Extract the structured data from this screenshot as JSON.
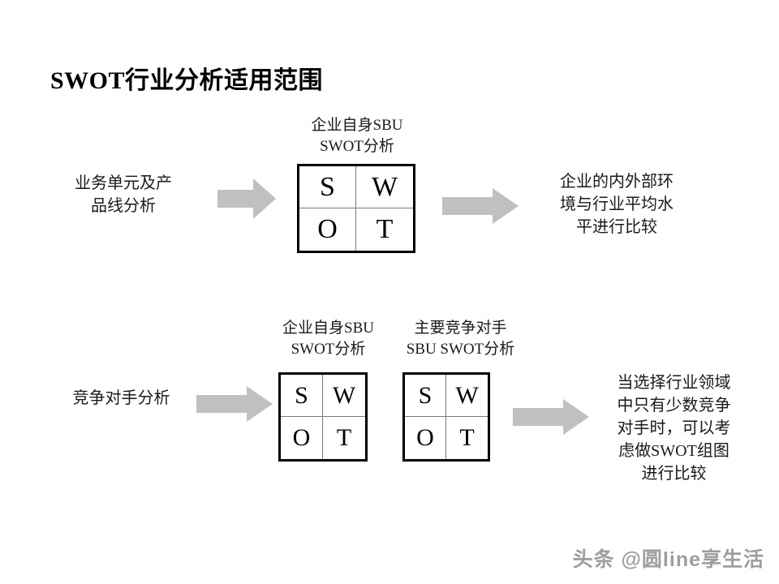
{
  "slide": {
    "title": "SWOT行业分析适用范围",
    "background_color": "#ffffff",
    "arrow_color": "#c0c0c0",
    "matrix_border_color": "#000000",
    "matrix_divider_color": "#7a7a7a"
  },
  "row1": {
    "left_label": "业务单元及产\n品线分析",
    "caption": "企业自身SBU\nSWOT分析",
    "matrix": {
      "cells": [
        "S",
        "W",
        "O",
        "T"
      ]
    },
    "right_text": "企业的内外部环\n境与行业平均水\n平进行比较",
    "arrow_left_name": "arrow-right",
    "arrow_right_name": "arrow-right"
  },
  "row2": {
    "left_label": "竞争对手分析",
    "caption_left": "企业自身SBU\nSWOT分析",
    "caption_right": "主要竞争对手\nSBU  SWOT分析",
    "matrix_left": {
      "cells": [
        "S",
        "W",
        "O",
        "T"
      ]
    },
    "matrix_right": {
      "cells": [
        "S",
        "W",
        "O",
        "T"
      ]
    },
    "right_text": "当选择行业领域\n中只有少数竞争\n对手时，可以考\n虑做SWOT组图\n进行比较",
    "arrow_left_name": "arrow-right",
    "arrow_right_name": "arrow-right"
  },
  "watermark": {
    "text": "头条 @圆line享生活"
  }
}
